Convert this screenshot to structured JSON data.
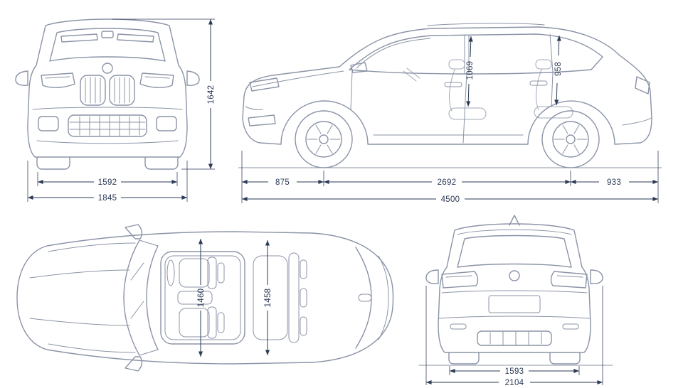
{
  "diagram": {
    "colors": {
      "car_line": "#8a93a6",
      "dimension_line": "#2b3a55",
      "background": "#ffffff"
    },
    "views": {
      "front": {
        "dims": {
          "track_width": "1592",
          "overall_width": "1845",
          "overall_height": "1642"
        }
      },
      "side": {
        "dims": {
          "front_interior_height": "1069",
          "rear_interior_height": "958",
          "front_overhang": "875",
          "wheelbase": "2692",
          "rear_overhang": "933",
          "overall_length": "4500"
        }
      },
      "top": {
        "dims": {
          "front_interior_width": "1460",
          "rear_interior_width": "1458"
        }
      },
      "rear": {
        "dims": {
          "rear_track_width": "1593",
          "overall_width_incl_mirrors": "2104"
        }
      }
    }
  }
}
